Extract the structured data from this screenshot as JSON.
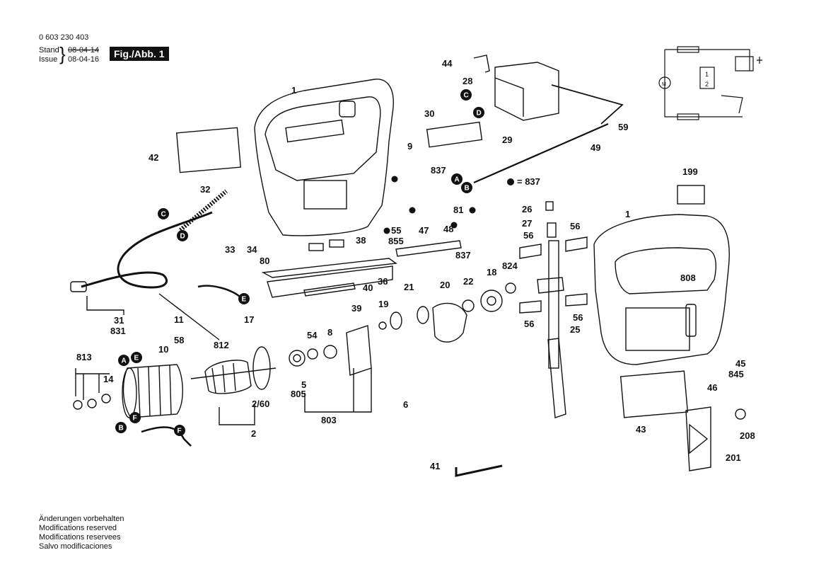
{
  "header": {
    "part_number": "0 603 230 403",
    "stand_label": "Stand",
    "stand_date_struck": "08-04-14",
    "issue_label": "Issue",
    "issue_date": "08-04-16",
    "figure_label": "Fig./Abb. 1"
  },
  "footer_notes": [
    "Änderungen vorbehalten",
    "Modifications reserved",
    "Modifications reservees",
    "Salvo modificaciones"
  ],
  "legend": {
    "symbol": "●",
    "text": "= 837"
  },
  "callouts": [
    "1",
    "42",
    "32",
    "33",
    "34",
    "9",
    "837",
    "55",
    "855",
    "47",
    "48",
    "81",
    "837",
    "80",
    "38",
    "36",
    "40",
    "39",
    "31",
    "831",
    "11",
    "17",
    "58",
    "812",
    "10",
    "813",
    "14",
    "2/60",
    "2",
    "54",
    "8",
    "5",
    "805",
    "803",
    "6",
    "19",
    "21",
    "20",
    "22",
    "18",
    "824",
    "26",
    "27",
    "56",
    "56",
    "56",
    "56",
    "25",
    "1",
    "808",
    "199",
    "45",
    "845",
    "46",
    "43",
    "208",
    "201",
    "41",
    "44",
    "28",
    "30",
    "29",
    "49",
    "59"
  ],
  "connector_marks": [
    "A",
    "B",
    "C",
    "D",
    "E",
    "F"
  ]
}
